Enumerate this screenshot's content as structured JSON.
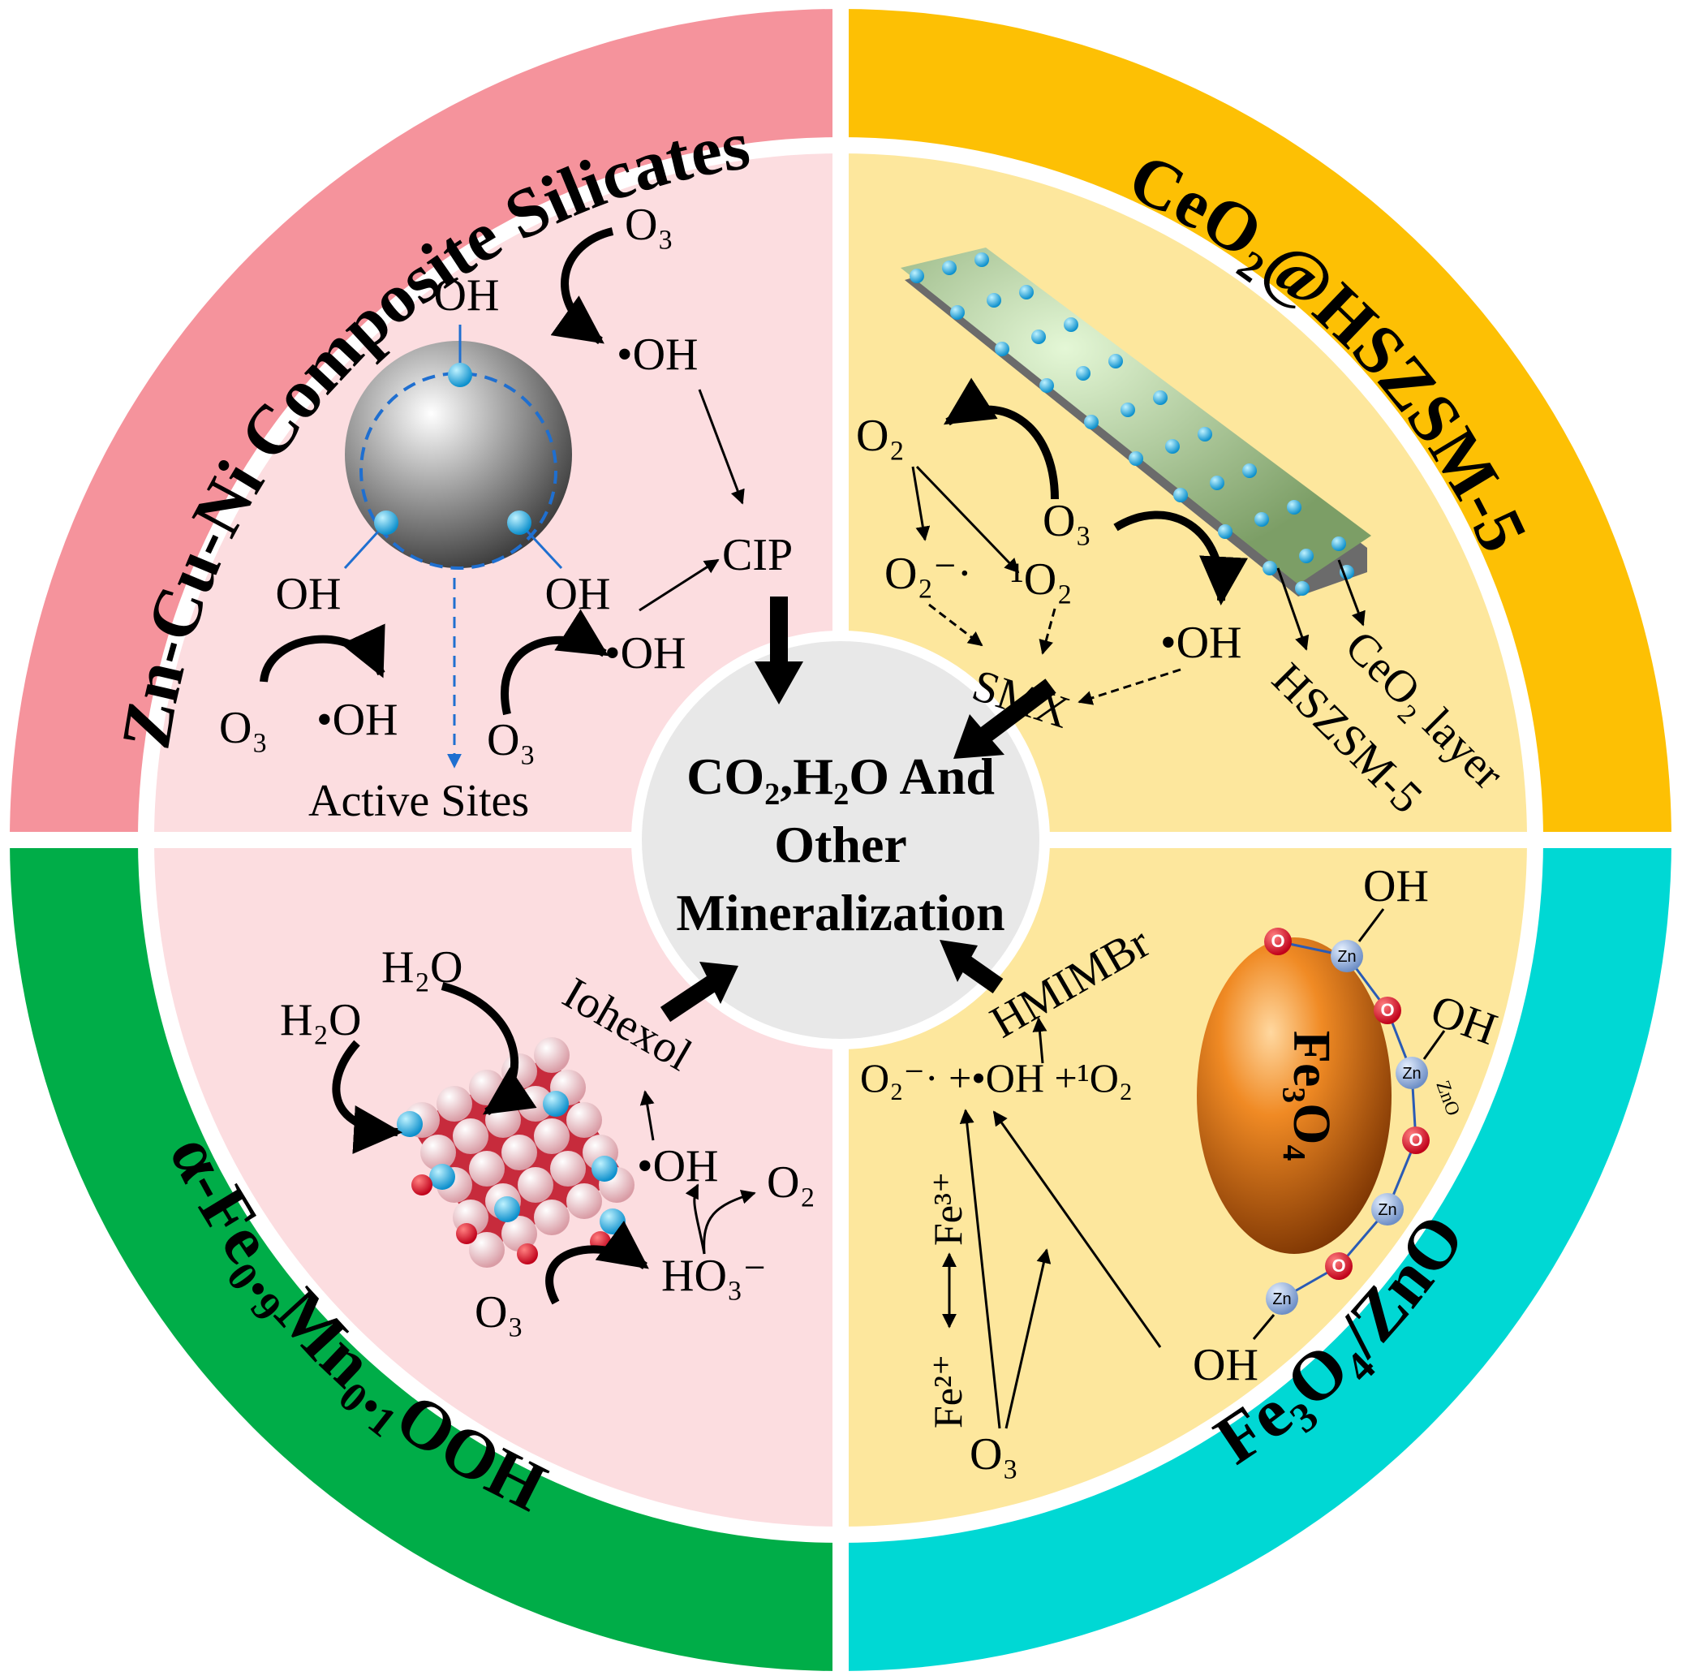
{
  "colors": {
    "tl_ring": "#f5939c",
    "tr_ring": "#fdc004",
    "bl_ring": "#00ad48",
    "br_ring": "#00d8d4",
    "pink_panel": "#fcdde0",
    "yellow_panel": "#fde79d",
    "center": "#e8e8e8"
  },
  "ring_titles": {
    "tl": "Zn-Cu-Ni Composite Silicates",
    "tr": "CeO₂@HSZSM-5",
    "bl": "α-Fe₀.₉Mn₀.₁OOH",
    "br": "Fe₃O₄/ZnO"
  },
  "center": {
    "line1": "CO₂,H₂O And",
    "line2": "Other",
    "line3": "Mineralization"
  },
  "tl": {
    "o3_top": "O₃",
    "oh_radical_top": "•OH",
    "oh_top": "OH",
    "oh_left": "OH",
    "oh_right": "OH",
    "cip": "CIP",
    "oh_radical_mid": "•OH",
    "o3_left": "O₃",
    "oh_radical_left": "•OH",
    "o3_mid": "O₃",
    "active_sites": "Active Sites"
  },
  "tr": {
    "o2": "O₂",
    "o3": "O₃",
    "superoxide": "O₂⁻·",
    "singlet": "¹O₂",
    "smx": "SMX",
    "oh_radical": "•OH",
    "hszsm": "HSZSM-5",
    "ceo2_layer": "CeO₂ layer"
  },
  "bl": {
    "h2o_top": "H₂O",
    "h2o_left": "H₂O",
    "iohexol": "Iohexol",
    "oh_radical": "•OH",
    "o2": "O₂",
    "ho3": "HO₃⁻",
    "o3": "O₃"
  },
  "br": {
    "hmim": "HMIMBr",
    "radicals": "O₂⁻· +•OH  +¹O₂",
    "fe3": "Fe³⁺",
    "fe2": "Fe²⁺",
    "o3": "O₃",
    "oh_top": "OH",
    "oh_right": "OH",
    "oh_bottom": "OH",
    "zno": "ZnO",
    "fe3o4": "Fe₃O₄",
    "zn": "Zn",
    "o": "O"
  }
}
